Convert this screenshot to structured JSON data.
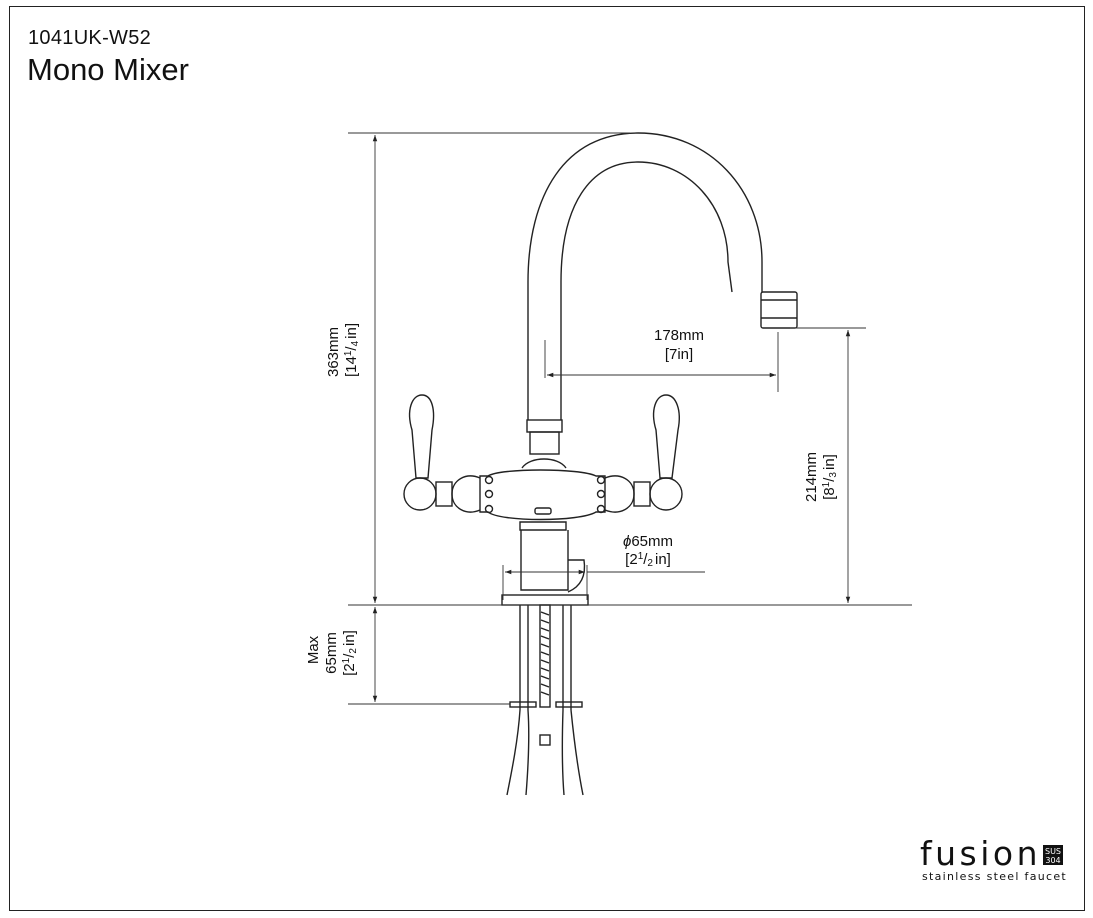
{
  "header": {
    "model_code": "1041UK-W52",
    "product_name": "Mono Mixer"
  },
  "dimensions": {
    "height_total": {
      "metric": "363mm",
      "imperial_whole": "[14",
      "imperial_num": "1",
      "imperial_den": "4",
      "imperial_unit": "in]"
    },
    "reach": {
      "metric": "178mm",
      "imperial": "[7in]"
    },
    "spout_height": {
      "metric": "214mm",
      "imperial_whole": "[8",
      "imperial_num": "1",
      "imperial_den": "3",
      "imperial_unit": "in]"
    },
    "base_diameter": {
      "symbol": "ϕ",
      "metric": "65mm",
      "imperial_whole": "[2",
      "imperial_num": "1",
      "imperial_den": "2",
      "imperial_unit": "in]"
    },
    "max_thickness": {
      "label": "Max",
      "metric": "65mm",
      "imperial_whole": "[2",
      "imperial_num": "1",
      "imperial_den": "2",
      "imperial_unit": "in]"
    }
  },
  "brand": {
    "name": "fusion",
    "badge_top": "SUS",
    "badge_bottom": "304",
    "tagline": "stainless steel faucet"
  },
  "colors": {
    "line": "#222222",
    "background": "#ffffff"
  }
}
